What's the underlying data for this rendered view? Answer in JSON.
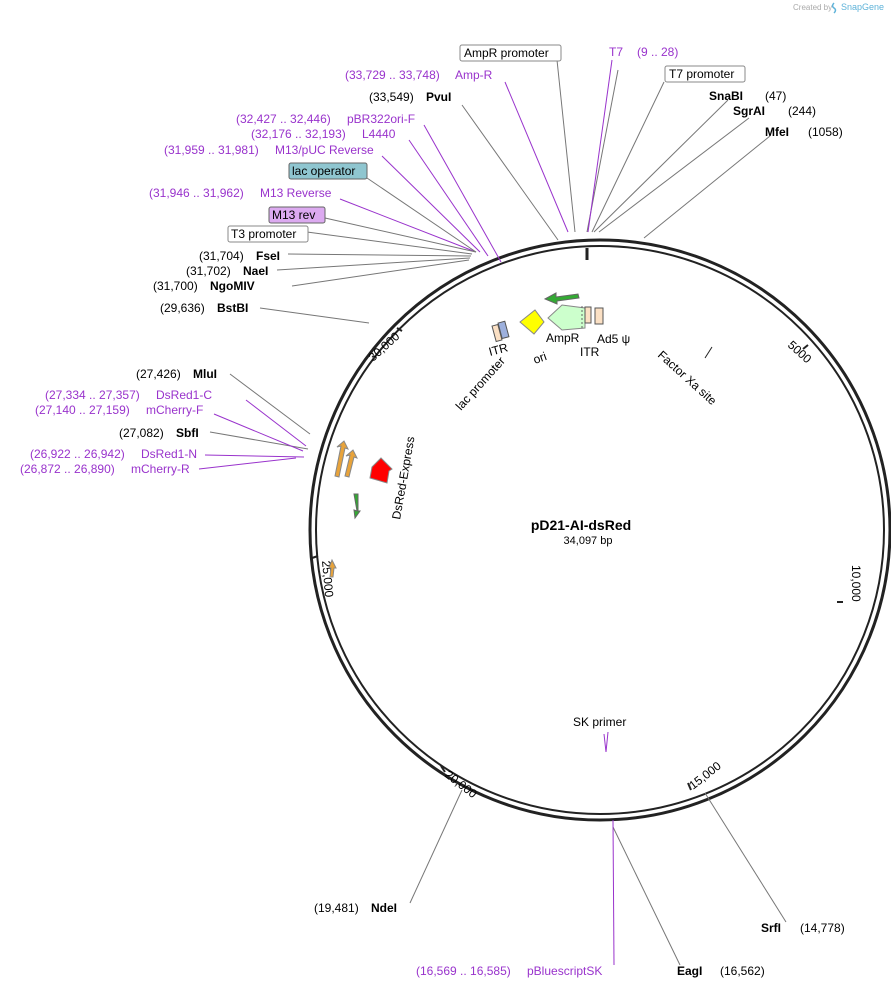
{
  "header": {
    "created_by": "Created by",
    "brand": "SnapGene"
  },
  "plasmid": {
    "name": "pD21-AI-dsRed",
    "length": "34,097 bp"
  },
  "ticks": [
    "5000",
    "10,000",
    "15,000",
    "20,000",
    "25,000",
    "30,000"
  ],
  "labels": {
    "ampr_promoter": "AmpR promoter",
    "t7": "T7",
    "t7_range": "(9 .. 28)",
    "t7_promoter": "T7 promoter",
    "snabi": "SnaBI",
    "snabi_pos": "(47)",
    "sgrai": "SgrAI",
    "sgrai_pos": "(244)",
    "mfei": "MfeI",
    "mfei_pos": "(1058)",
    "ampr_range": "(33,729 .. 33,748)",
    "amp_r": "Amp-R",
    "pvui_pos": "(33,549)",
    "pvui": "PvuI",
    "pbr_range": "(32,427 .. 32,446)",
    "pbr": "pBR322ori-F",
    "l4440_range": "(32,176 .. 32,193)",
    "l4440": "L4440",
    "m13puc_range": "(31,959 .. 31,981)",
    "m13puc": "M13/pUC Reverse",
    "lac_operator": "lac operator",
    "m13rev_range": "(31,946 .. 31,962)",
    "m13rev_primer": "M13 Reverse",
    "m13_rev": "M13 rev",
    "t3_promoter": "T3 promoter",
    "fsei_pos": "(31,704)",
    "fsei": "FseI",
    "naei_pos": "(31,702)",
    "naei": "NaeI",
    "ngomiv_pos": "(31,700)",
    "ngomiv": "NgoMIV",
    "bstbi_pos": "(29,636)",
    "bstbi": "BstBI",
    "mlui_pos": "(27,426)",
    "mlui": "MluI",
    "dsred1c_range": "(27,334 .. 27,357)",
    "dsred1c": "DsRed1-C",
    "mcherryf_range": "(27,140 .. 27,159)",
    "mcherryf": "mCherry-F",
    "sbfi_pos": "(27,082)",
    "sbfi": "SbfI",
    "dsred1n_range": "(26,922 .. 26,942)",
    "dsred1n": "DsRed1-N",
    "mcherryr_range": "(26,872 .. 26,890)",
    "mcherryr": "mCherry-R",
    "ndei_pos": "(19,481)",
    "ndei": "NdeI",
    "srfi": "SrfI",
    "srfi_pos": "(14,778)",
    "pbluescript_range": "(16,569 .. 16,585)",
    "pbluescript": "pBluescriptSK",
    "eagi": "EagI",
    "eagi_pos": "(16,562)",
    "sk_primer": "SK primer",
    "factor_xa": "Factor Xa site",
    "itr_left": "ITR",
    "itr_right": "ITR",
    "lac_promoter": "lac promoter",
    "ori": "ori",
    "ampr": "AmpR",
    "ad5": "Ad5 ψ",
    "dsred_express": "DsRed-Express"
  },
  "colors": {
    "purple": "#9933cc",
    "backbone": "#222222",
    "ampr_feature": "#ccffcc",
    "ori_feature": "#ffff00",
    "dsred_feature": "#ff0000",
    "primer_orange": "#e8a33a",
    "primer_green": "#33aa33",
    "lac_operator_fill": "#8fc6d0",
    "m13rev_fill": "#dcaaf0"
  }
}
